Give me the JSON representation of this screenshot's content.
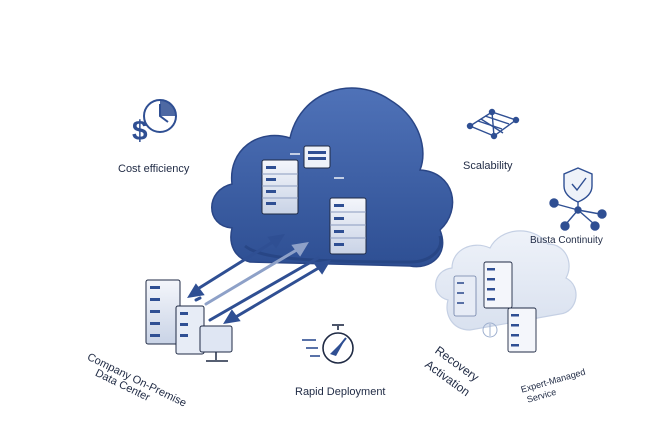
{
  "labels": {
    "cost_efficiency": "Cost efficiency",
    "scalability": "Scalability",
    "business_continuity": "Busta Continuity",
    "on_premise_line1": "Company On-Premise",
    "on_premise_line2": "Data Center",
    "rapid_deployment": "Rapid Deployment",
    "recovery_line1": "Recovery",
    "recovery_line2": "Activation",
    "expert_line1": "Expert-Managed",
    "expert_line2": "Service"
  },
  "colors": {
    "cloud_main": "#3a5ea6",
    "cloud_light": "#dfe6f3",
    "accent": "#2f4f93",
    "icon_stroke": "#1f2a44"
  }
}
